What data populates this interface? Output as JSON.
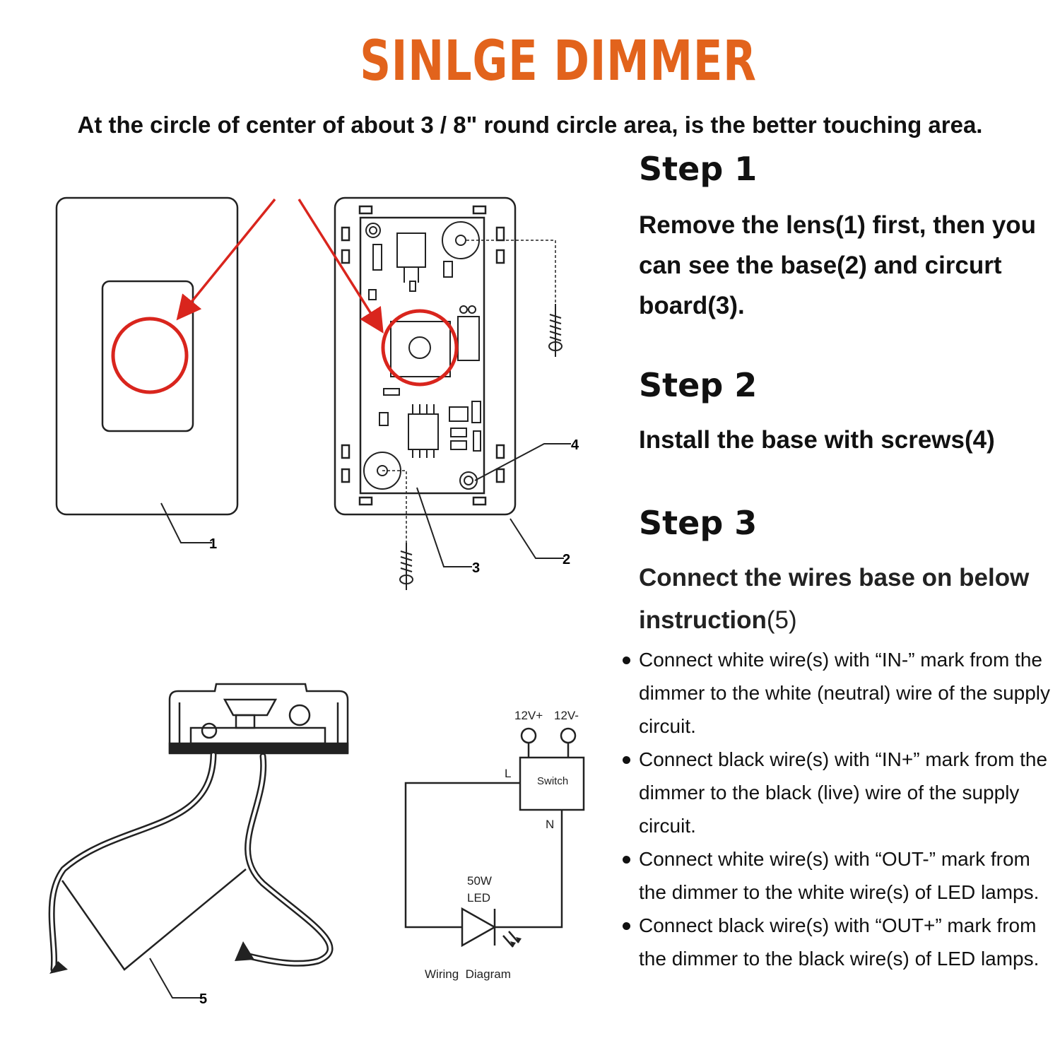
{
  "title": "SINLGE DIMMER",
  "subtitle": "At the circle of center of about 3 / 8\" round circle area, is the better touching area.",
  "steps": [
    {
      "heading": "Step 1",
      "text": "Remove the lens(1) first, then you can see the base(2) and circurt board(3)."
    },
    {
      "heading": "Step 2",
      "text": "Install the base with screws(4)"
    },
    {
      "heading": "Step 3",
      "text_bold": "Connect the wires base on below instruction",
      "text_suffix": "(5)"
    }
  ],
  "bullets": [
    "Connect white wire(s) with “IN-” mark from the dimmer to the white (neutral) wire of the supply circuit.",
    "Connect black wire(s) with “IN+” mark from the dimmer to the black (live) wire of the supply circuit.",
    "Connect white wire(s) with “OUT-” mark from the dimmer to the white wire(s) of LED lamps.",
    "Connect black wire(s) with “OUT+” mark from the dimmer to the black wire(s) of LED lamps."
  ],
  "part_labels": {
    "lens": "1",
    "base": "2",
    "board": "3",
    "screw": "4",
    "wires": "5"
  },
  "wiring": {
    "v_plus": "12V+",
    "v_minus": "12V-",
    "switch": "Switch",
    "l": "L",
    "n": "N",
    "power": "50W",
    "led": "LED",
    "caption": "Wiring  Diagram"
  },
  "colors": {
    "title": "#e2631c",
    "highlight": "#d9251d"
  }
}
